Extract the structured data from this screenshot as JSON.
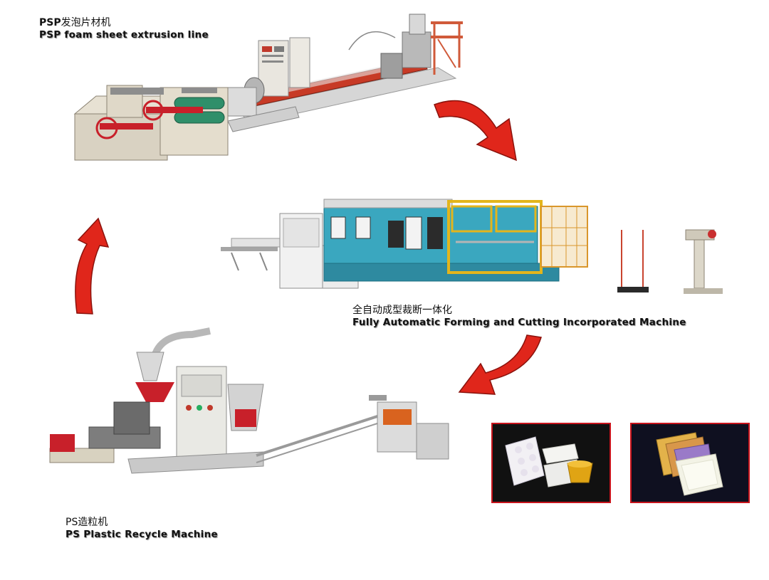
{
  "extrusion": {
    "title_cn_prefix": "PSP",
    "title_cn": "发泡片材机",
    "title_en": "PSP foam sheet extrusion line"
  },
  "forming": {
    "title_cn": "全自动成型裁断一体化",
    "title_en": "Fully Automatic Forming and Cutting Incorporated Machine"
  },
  "recycle": {
    "title_cn": "PS造粒机",
    "title_en": "PS Plastic Recycle Machine"
  },
  "colors": {
    "arrow": "#e0261b",
    "photo_border": "#c8141c",
    "machine_teal": "#3aa7bf",
    "machine_yellow": "#e3b51c"
  }
}
